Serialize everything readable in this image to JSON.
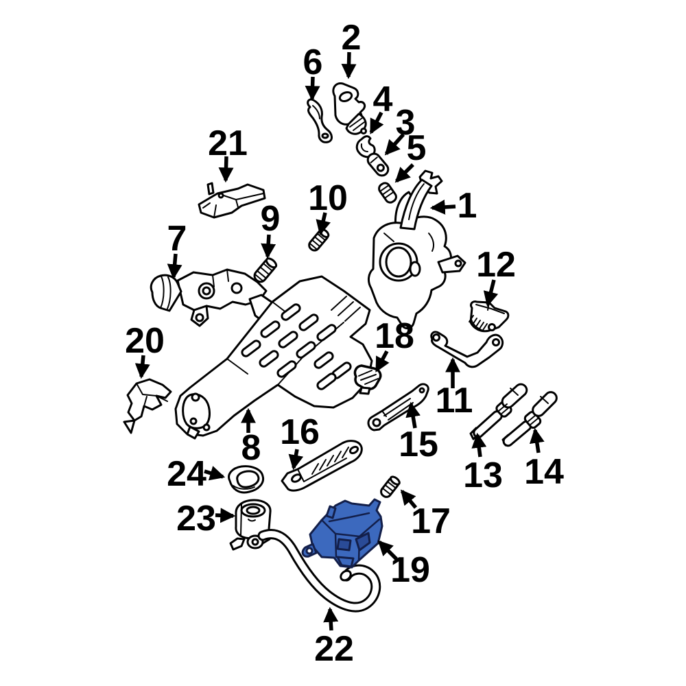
{
  "diagram": {
    "background_color": "#ffffff",
    "line_color": "#000000",
    "label_color": "#000000",
    "highlight_fill": "#3c69be",
    "highlight_fill_light": "#4e7bcb",
    "highlight_fill_dark": "#2a4b97",
    "highlight_outline": "#131f4a"
  },
  "callouts": [
    {
      "number": "1",
      "highlighted": false
    },
    {
      "number": "2",
      "highlighted": false
    },
    {
      "number": "3",
      "highlighted": false
    },
    {
      "number": "4",
      "highlighted": false
    },
    {
      "number": "5",
      "highlighted": false
    },
    {
      "number": "6",
      "highlighted": false
    },
    {
      "number": "7",
      "highlighted": false
    },
    {
      "number": "8",
      "highlighted": false
    },
    {
      "number": "9",
      "highlighted": false
    },
    {
      "number": "10",
      "highlighted": false
    },
    {
      "number": "11",
      "highlighted": false
    },
    {
      "number": "12",
      "highlighted": false
    },
    {
      "number": "13",
      "highlighted": false
    },
    {
      "number": "14",
      "highlighted": false
    },
    {
      "number": "15",
      "highlighted": false
    },
    {
      "number": "16",
      "highlighted": false
    },
    {
      "number": "17",
      "highlighted": false
    },
    {
      "number": "18",
      "highlighted": false
    },
    {
      "number": "19",
      "highlighted": true
    },
    {
      "number": "20",
      "highlighted": false
    },
    {
      "number": "21",
      "highlighted": false
    },
    {
      "number": "22",
      "highlighted": false
    },
    {
      "number": "23",
      "highlighted": false
    },
    {
      "number": "24",
      "highlighted": false
    }
  ]
}
